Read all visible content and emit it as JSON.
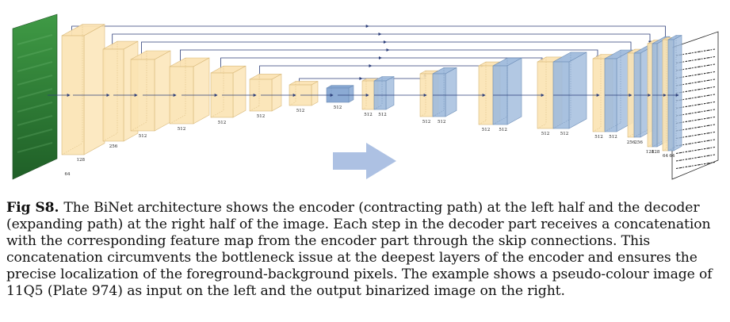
{
  "figure": {
    "colors": {
      "encoder_fill": "#fbe3b3",
      "encoder_stroke": "#d9b97a",
      "decoder_fill": "#9fbadc",
      "decoder_stroke": "#6f8fb8",
      "bottleneck_fill": "#7ea1cf",
      "arrow": "#2d3f7a",
      "flow_arrow": "#adc1e3",
      "input_green": "#2f8a3a",
      "output_paper": "#ffffff"
    },
    "blocks": [
      {
        "id": "enc1",
        "kind": "encoder",
        "labels": [
          "64",
          "128"
        ]
      },
      {
        "id": "enc2",
        "kind": "encoder",
        "labels": [
          "256"
        ]
      },
      {
        "id": "enc3",
        "kind": "encoder",
        "labels": [
          "512"
        ]
      },
      {
        "id": "enc4",
        "kind": "encoder",
        "labels": [
          "512"
        ]
      },
      {
        "id": "enc5",
        "kind": "encoder",
        "labels": [
          "512"
        ]
      },
      {
        "id": "enc6",
        "kind": "encoder",
        "labels": [
          "512"
        ]
      },
      {
        "id": "enc7",
        "kind": "encoder",
        "labels": [
          "512"
        ]
      },
      {
        "id": "bottleneck",
        "kind": "bottleneck",
        "labels": [
          "512"
        ]
      },
      {
        "id": "dec7",
        "kind": "decoder",
        "labels": [
          "512",
          "512"
        ]
      },
      {
        "id": "dec6",
        "kind": "decoder",
        "labels": [
          "512",
          "512"
        ]
      },
      {
        "id": "dec5",
        "kind": "decoder",
        "labels": [
          "512",
          "512"
        ]
      },
      {
        "id": "dec4",
        "kind": "decoder",
        "labels": [
          "512",
          "512"
        ]
      },
      {
        "id": "dec3",
        "kind": "decoder",
        "labels": [
          "512",
          "512"
        ]
      },
      {
        "id": "dec2",
        "kind": "decoder",
        "labels": [
          "256",
          "256"
        ]
      },
      {
        "id": "dec1",
        "kind": "decoder",
        "labels": [
          "128",
          "128"
        ]
      },
      {
        "id": "out",
        "kind": "decoder",
        "labels": [
          "64",
          "64"
        ]
      }
    ]
  },
  "caption": {
    "label": "Fig S8.",
    "text": "The BiNet architecture shows the encoder (contracting path) at the left half and the decoder (expanding path) at the right half of the image. Each step in the decoder part receives a concatenation with the corresponding feature map from the encoder part through the skip connections. This concatenation circumvents the bottleneck issue at the deepest layers of the encoder and ensures the precise localization of the foreground-background pixels. The example shows a pseudo-colour image of 11Q5 (Plate 974) as input on the left and the output binarized image on the right."
  }
}
